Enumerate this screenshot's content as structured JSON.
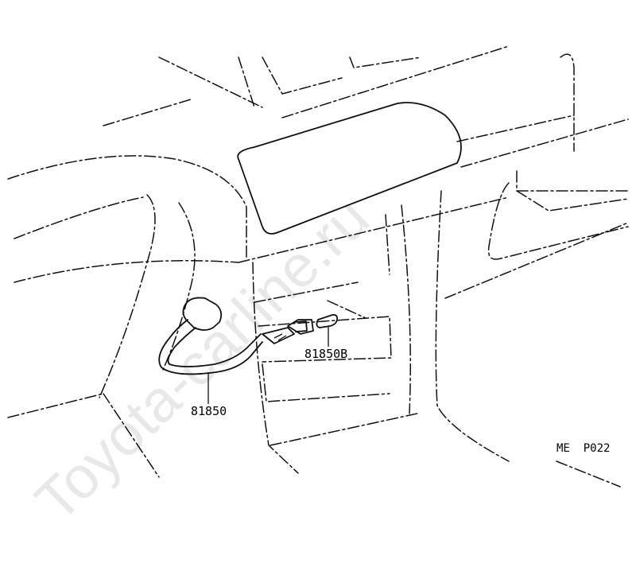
{
  "watermark": "Toyota-carline.ru",
  "parts": {
    "harness": "81850",
    "connector": "81850B"
  },
  "reference_code": "ME  P022"
}
